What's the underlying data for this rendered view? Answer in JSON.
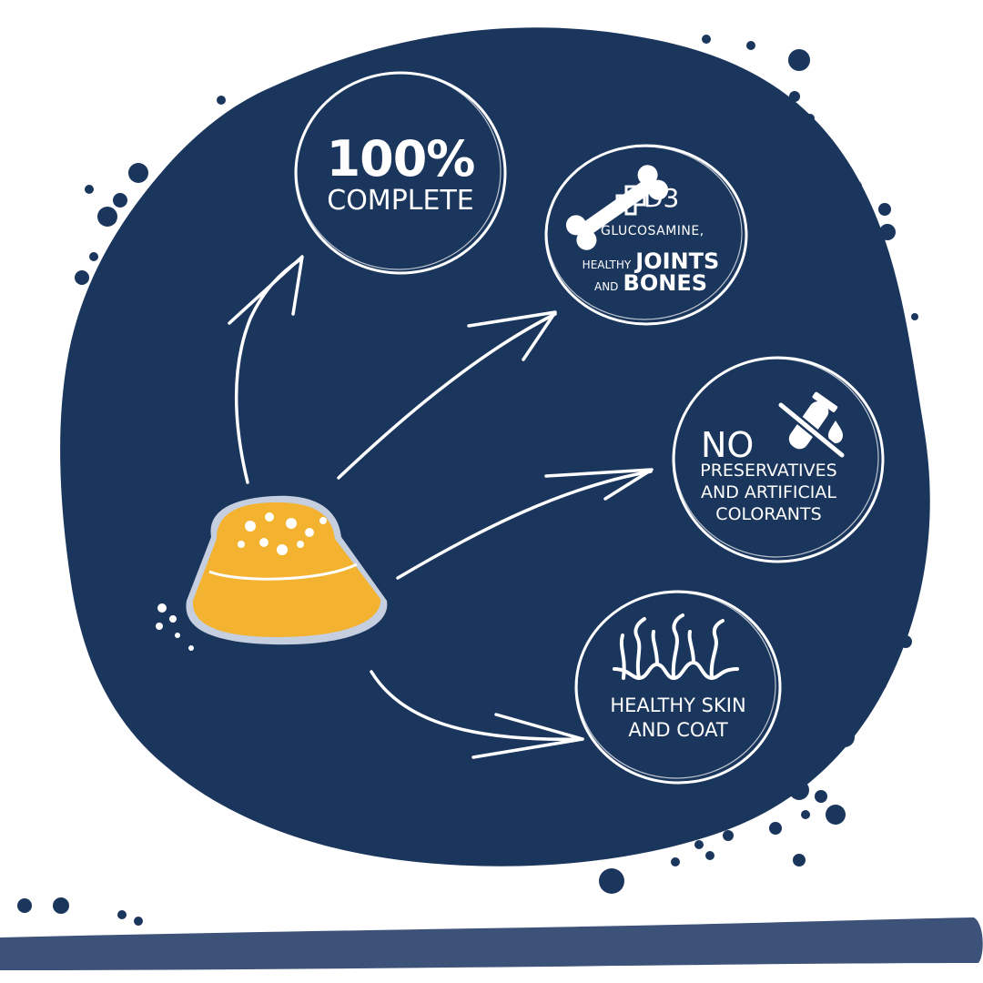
{
  "colors": {
    "navy": "#1b365d",
    "chalk": "#ffffff",
    "bowl": "#f3b22f",
    "bowl_shadow": "#c6cfdf",
    "bottom_stroke": "#3d5279"
  },
  "benefits": {
    "complete": {
      "big": "100%",
      "small": "COMPLETE"
    },
    "joints": {
      "icon": "bone-joint-icon",
      "plus_icon": "plus-icon",
      "d3": "D3",
      "glucosamine": "GLUCOSAMINE,",
      "healthy": "HEALTHY",
      "joints": "JOINTS",
      "and": "AND",
      "bones": "BONES"
    },
    "no_preservatives": {
      "icon": "crossed-test-tube-icon",
      "no": "NO",
      "line1": "PRESERVATIVES",
      "line2": "AND ARTIFICIAL",
      "line3": "COLORANTS"
    },
    "skin_coat": {
      "icon": "hair-follicle-icon",
      "line1": "HEALTHY SKIN",
      "line2": "AND COAT"
    }
  },
  "center_icon": "food-bowl-icon"
}
